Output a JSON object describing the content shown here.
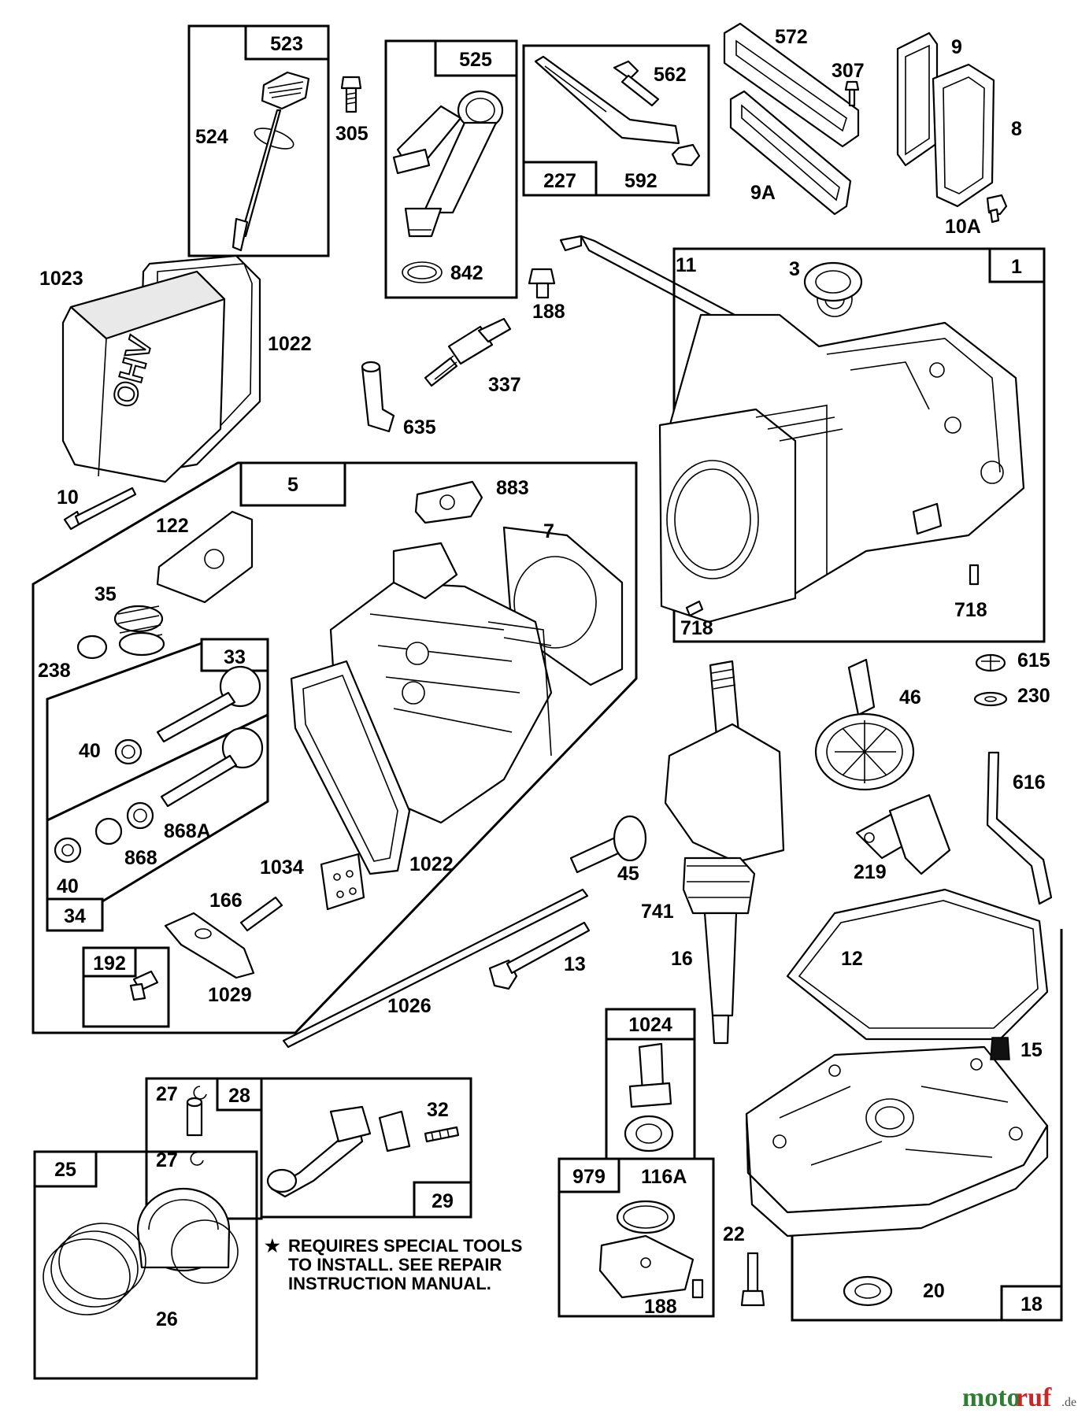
{
  "boxes": {
    "b523": "523",
    "b525": "525",
    "b227": "227",
    "b1": "1",
    "b5": "5",
    "b33": "33",
    "b34": "34",
    "b192": "192",
    "b1024": "1024",
    "b979": "979",
    "b18": "18",
    "b28": "28",
    "b29": "29",
    "b25": "25"
  },
  "labels": {
    "l524": "524",
    "l305": "305",
    "l842": "842",
    "l562": "562",
    "l592": "592",
    "l572": "572",
    "l307": "307",
    "l9": "9",
    "l8": "8",
    "l9A": "9A",
    "l10A": "10A",
    "l1023": "1023",
    "l1022a": "1022",
    "l11": "11",
    "l188a": "188",
    "l337": "337",
    "l635": "635",
    "l3": "3",
    "l718a": "718",
    "l718b": "718",
    "l10": "10",
    "l122": "122",
    "l883": "883",
    "l7": "7",
    "l35": "35",
    "l238": "238",
    "l40a": "40",
    "l868A": "868A",
    "l868": "868",
    "l40b": "40",
    "l1022b": "1022",
    "l1034": "1034",
    "l166": "166",
    "l1029": "1029",
    "l1026": "1026",
    "l13": "13",
    "l45": "45",
    "l741": "741",
    "l16": "16",
    "l615": "615",
    "l230": "230",
    "l46": "46",
    "l616": "616",
    "l219": "219",
    "l12": "12",
    "l15": "15",
    "l20": "20",
    "l22": "22",
    "l116A": "116A",
    "l188b": "188",
    "l32": "32",
    "l27a": "27",
    "l27b": "27",
    "l26": "26"
  },
  "note": {
    "star": "★",
    "line1": "REQUIRES SPECIAL TOOLS",
    "line2": "TO INSTALL.  SEE REPAIR",
    "line3": "INSTRUCTION MANUAL."
  },
  "watermark": {
    "part1": "moto",
    "part2": "ruf",
    "suffix": ".de"
  },
  "colors": {
    "ink": "#000000",
    "paper": "#ffffff",
    "wm_green": "#2e7d32",
    "wm_red": "#c62828"
  }
}
